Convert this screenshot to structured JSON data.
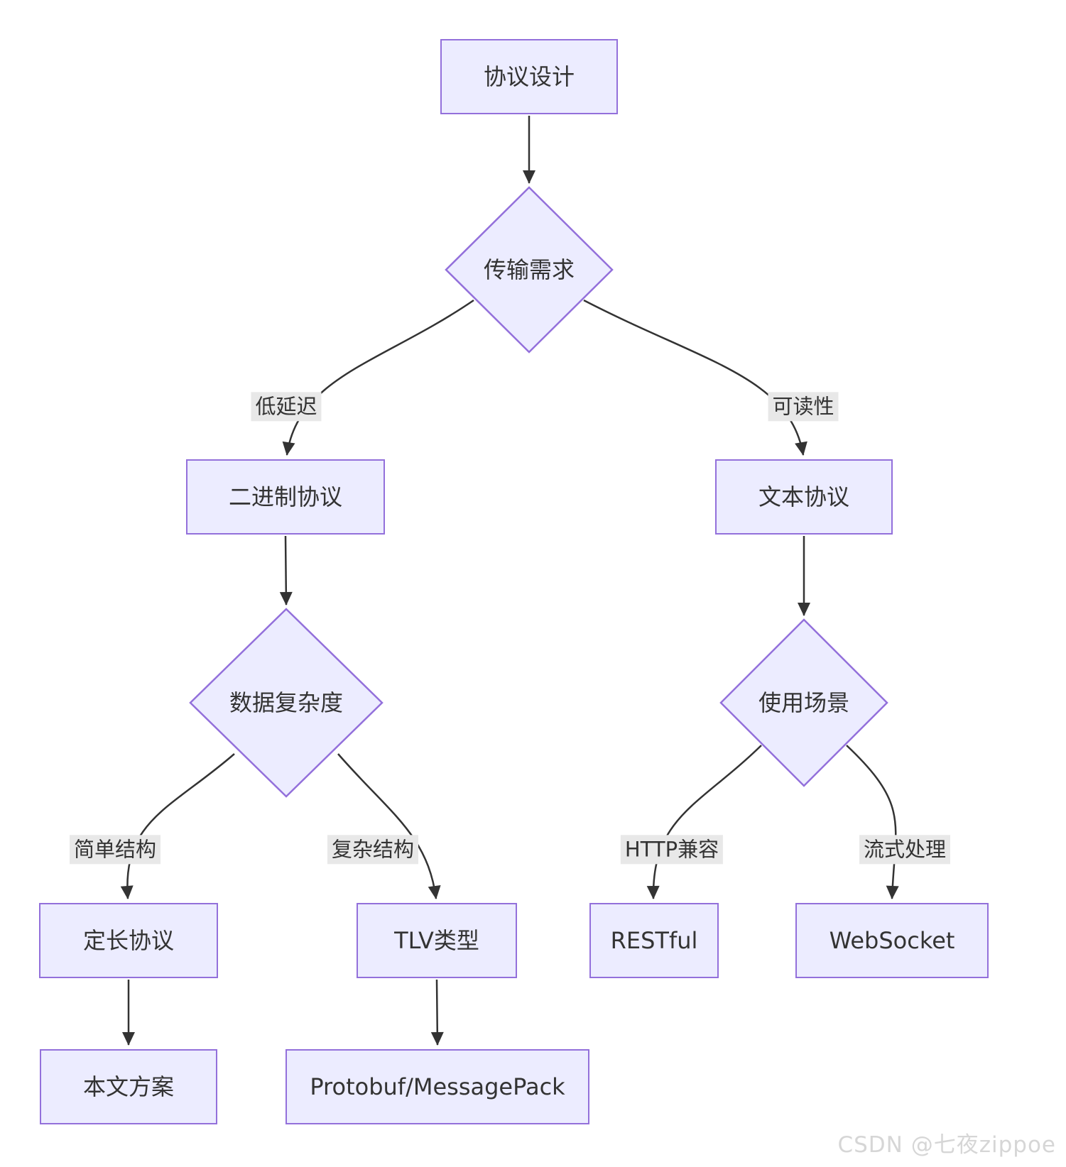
{
  "diagram": {
    "title_hint": "protocol-design-decision-flowchart",
    "nodes": {
      "protocol_design": {
        "label": "协议设计",
        "shape": "rect"
      },
      "transport_requirement": {
        "label": "传输需求",
        "shape": "diamond"
      },
      "binary_protocol": {
        "label": "二进制协议",
        "shape": "rect"
      },
      "text_protocol": {
        "label": "文本协议",
        "shape": "rect"
      },
      "data_complexity": {
        "label": "数据复杂度",
        "shape": "diamond"
      },
      "usage_scenario": {
        "label": "使用场景",
        "shape": "diamond"
      },
      "fixed_length_protocol": {
        "label": "定长协议",
        "shape": "rect"
      },
      "tlv_type": {
        "label": "TLV类型",
        "shape": "rect"
      },
      "restful": {
        "label": "RESTful",
        "shape": "rect"
      },
      "websocket": {
        "label": "WebSocket",
        "shape": "rect"
      },
      "this_article_solution": {
        "label": "本文方案",
        "shape": "rect"
      },
      "protobuf_messagepack": {
        "label": "Protobuf/MessagePack",
        "shape": "rect"
      }
    },
    "edge_labels": {
      "low_latency": "低延迟",
      "readability": "可读性",
      "simple_structure": "简单结构",
      "complex_structure": "复杂结构",
      "http_compatible": "HTTP兼容",
      "stream_processing": "流式处理"
    },
    "edges": [
      {
        "from": "协议设计",
        "to": "传输需求",
        "label": ""
      },
      {
        "from": "传输需求",
        "to": "二进制协议",
        "label": "低延迟"
      },
      {
        "from": "传输需求",
        "to": "文本协议",
        "label": "可读性"
      },
      {
        "from": "二进制协议",
        "to": "数据复杂度",
        "label": ""
      },
      {
        "from": "文本协议",
        "to": "使用场景",
        "label": ""
      },
      {
        "from": "数据复杂度",
        "to": "定长协议",
        "label": "简单结构"
      },
      {
        "from": "数据复杂度",
        "to": "TLV类型",
        "label": "复杂结构"
      },
      {
        "from": "使用场景",
        "to": "RESTful",
        "label": "HTTP兼容"
      },
      {
        "from": "使用场景",
        "to": "WebSocket",
        "label": "流式处理"
      },
      {
        "from": "定长协议",
        "to": "本文方案",
        "label": ""
      },
      {
        "from": "TLV类型",
        "to": "Protobuf/MessagePack",
        "label": ""
      }
    ],
    "colors": {
      "node_fill": "#ECECFF",
      "node_border": "#9370DB",
      "edge_color": "#333333",
      "text_color": "#333333",
      "edge_label_bg": "#e8e8e8"
    }
  },
  "watermark": "CSDN @七夜zippoe"
}
